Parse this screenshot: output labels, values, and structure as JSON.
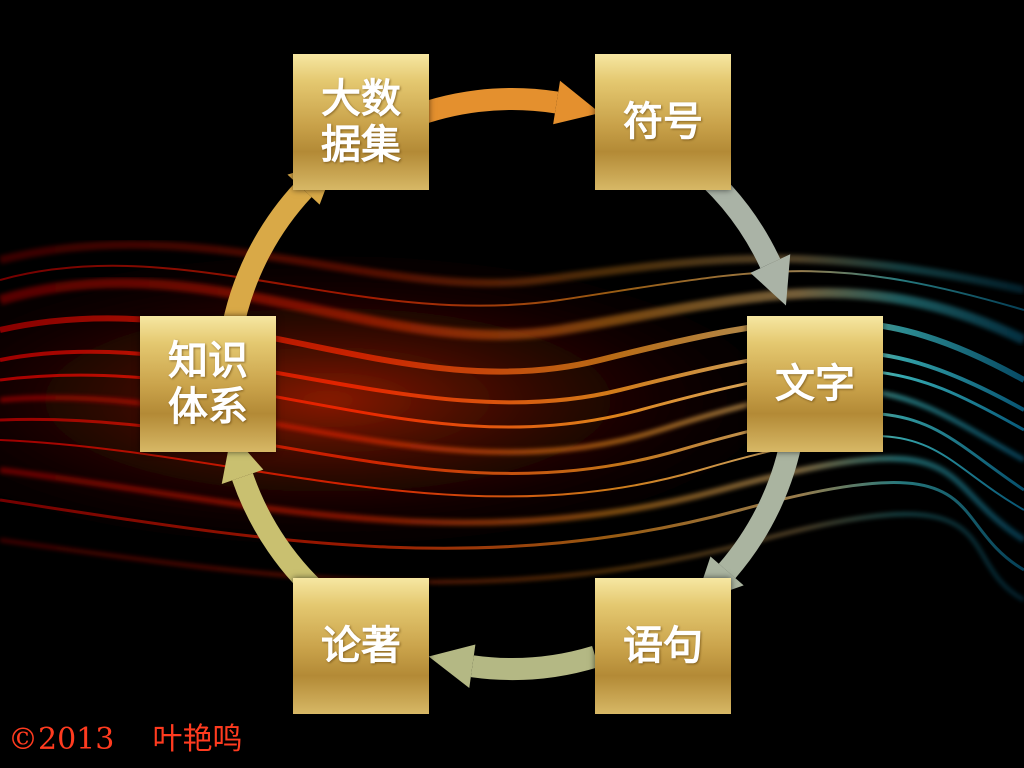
{
  "diagram": {
    "nodes": [
      {
        "id": "n1",
        "label": "大数据集"
      },
      {
        "id": "n2",
        "label": "符号"
      },
      {
        "id": "n3",
        "label": "文字"
      },
      {
        "id": "n4",
        "label": "语句"
      },
      {
        "id": "n5",
        "label": "论著"
      },
      {
        "id": "n6",
        "label": "知识体系"
      }
    ],
    "edges": [
      {
        "from": "n1",
        "to": "n2",
        "color": "#e4902e"
      },
      {
        "from": "n2",
        "to": "n3",
        "color": "#aab3a6"
      },
      {
        "from": "n3",
        "to": "n4",
        "color": "#aab4a0"
      },
      {
        "from": "n4",
        "to": "n5",
        "color": "#b4b884"
      },
      {
        "from": "n5",
        "to": "n6",
        "color": "#c9c070"
      },
      {
        "from": "n6",
        "to": "n1",
        "color": "#d9a947"
      }
    ]
  },
  "footer": {
    "copyright": "©2013",
    "author": "叶艳鸣"
  },
  "colors": {
    "box_gold": "#d4b25a",
    "footer_text": "#ff3b1f",
    "background": "#000000"
  }
}
